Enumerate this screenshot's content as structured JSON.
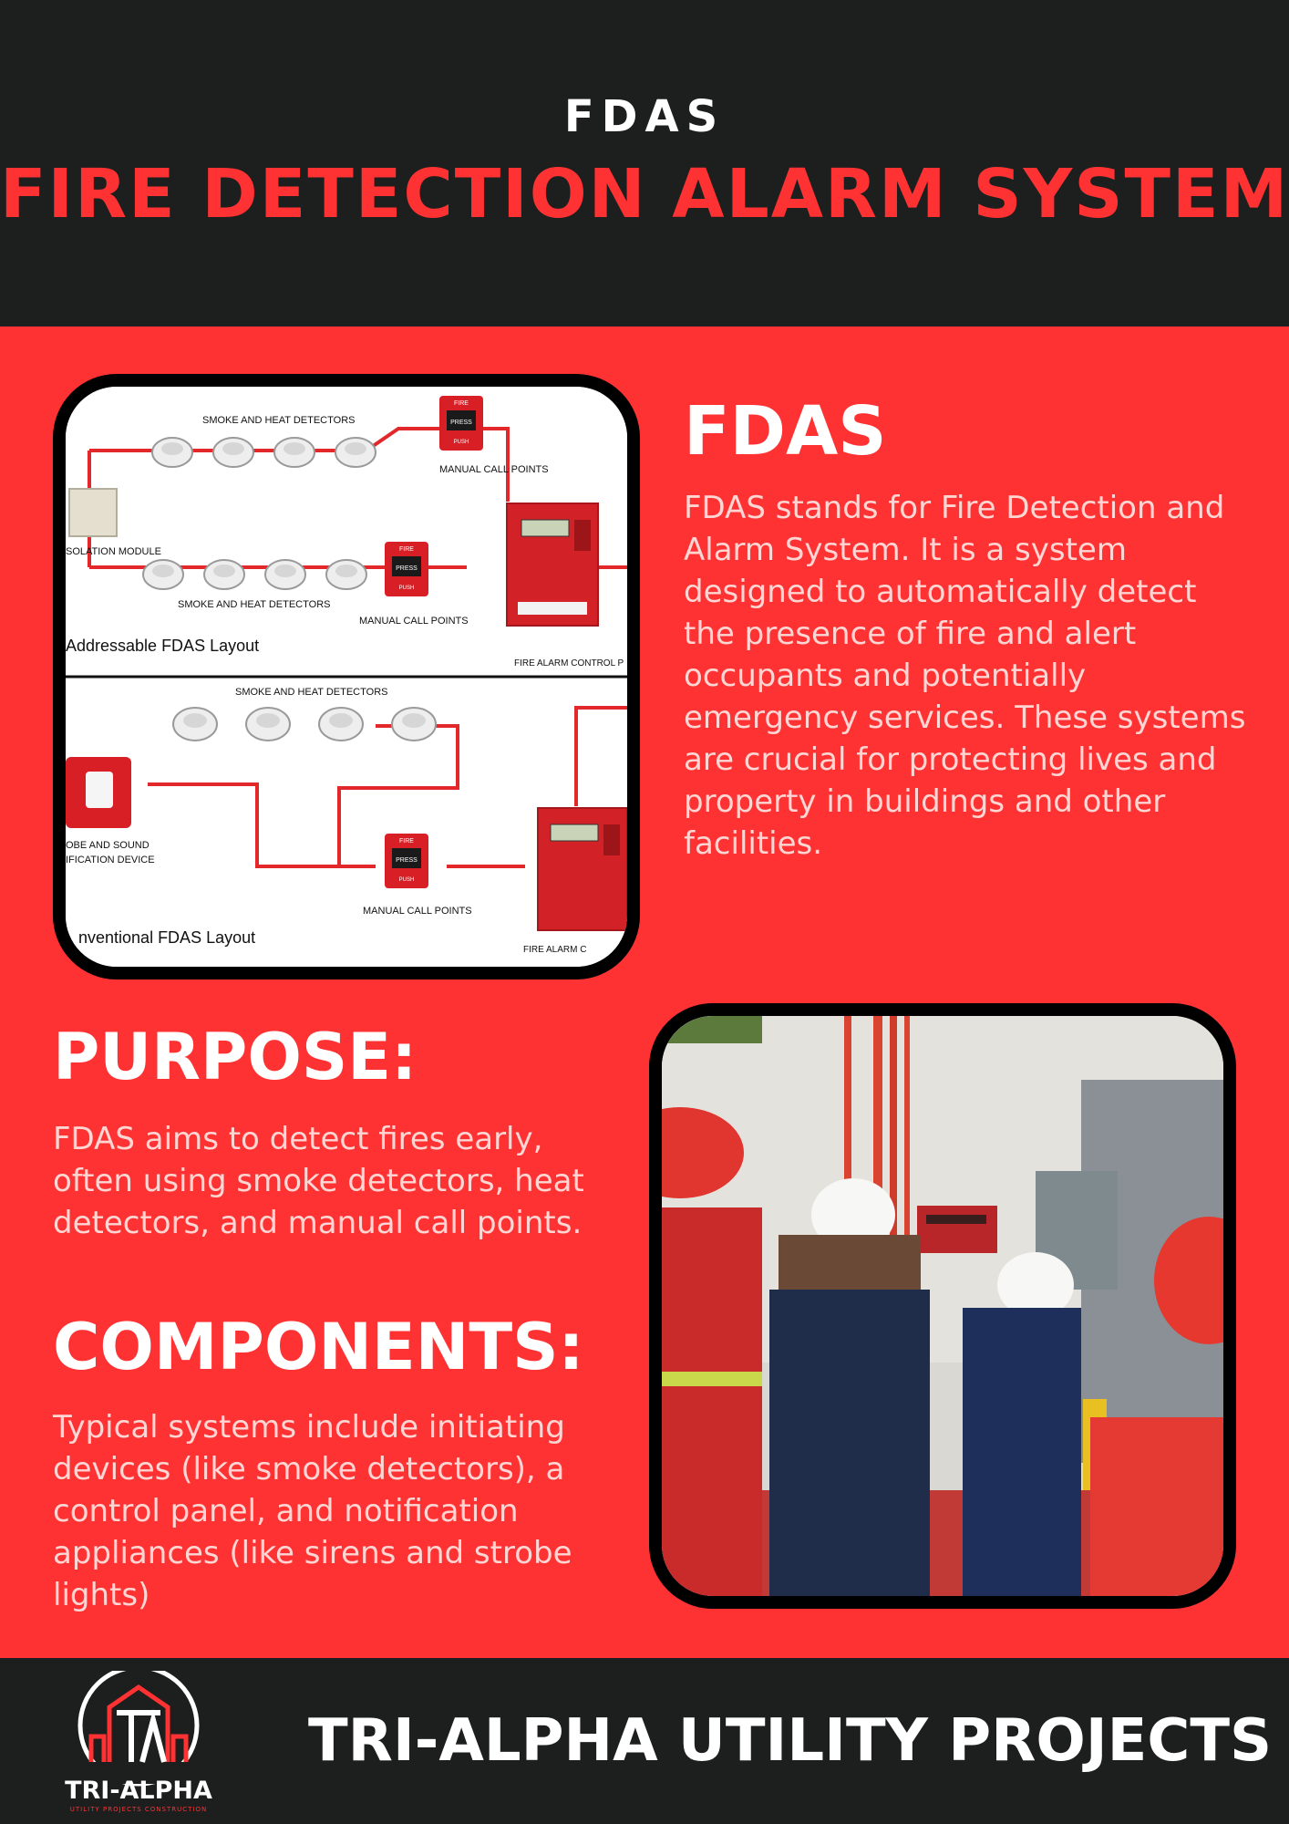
{
  "header": {
    "kicker": "FDAS",
    "title": "FIRE DETECTION ALARM SYSTEM"
  },
  "fdas_section": {
    "heading": "FDAS",
    "body": "FDAS stands for Fire Detection and Alarm System. It is a system designed to automatically detect the presence of fire and alert occupants and potentially emergency services. These systems are crucial for protecting lives and property in buildings and other facilities."
  },
  "purpose_section": {
    "heading": "PURPOSE:",
    "body": "FDAS aims to detect fires early, often using smoke detectors, heat detectors, and manual call points."
  },
  "components_section": {
    "heading": "COMPONENTS:",
    "body": "Typical systems include initiating devices (like smoke detectors), a control panel, and notification appliances (like sirens and strobe lights)"
  },
  "diagram": {
    "addressable_detectors_top": "SMOKE AND HEAT DETECTORS",
    "addressable_call_points_top": "MANUAL CALL POINTS",
    "isolation_module": "SOLATION MODULE",
    "addressable_detectors_bottom": "SMOKE AND HEAT DETECTORS",
    "addressable_call_points_bottom": "MANUAL CALL POINTS",
    "addressable_layout_label": "Addressable FDAS Layout",
    "addressable_panel_label": "FIRE ALARM CONTROL P",
    "conventional_detectors": "SMOKE AND HEAT DETECTORS",
    "strobe_line1": "OBE AND SOUND",
    "strobe_line2": "IFICATION DEVICE",
    "conventional_call_points": "MANUAL CALL POINTS",
    "conventional_layout_label": "nventional FDAS Layout",
    "conventional_panel_label": "FIRE ALARM C",
    "call_point_fire": "FIRE",
    "call_point_press": "PRESS",
    "call_point_push": "PUSH"
  },
  "footer": {
    "title": "TRI-ALPHA UTILITY PROJECTS",
    "logo_text": "TRI-ALPHA",
    "logo_subtext": "UTILITY PROJECTS CONSTRUCTION"
  },
  "colors": {
    "dark": "#1d1e1e",
    "red": "#fe3233",
    "white": "#ffffff",
    "body_text": "#ffd6d3"
  }
}
